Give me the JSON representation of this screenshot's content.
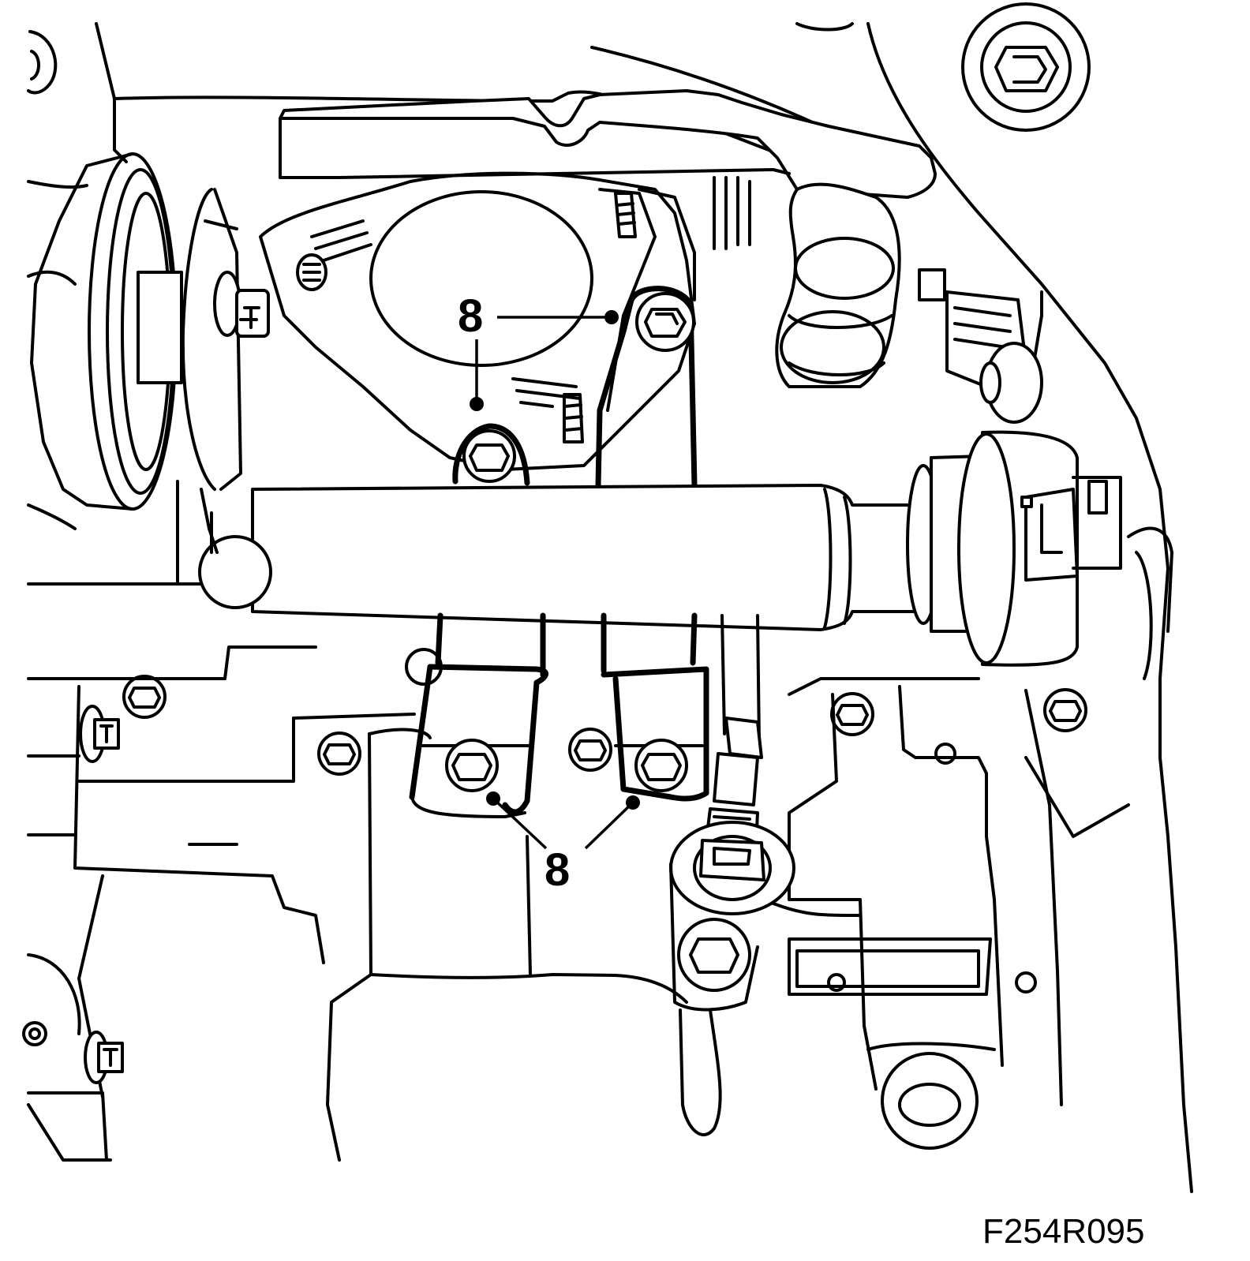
{
  "figure": {
    "figure_id": "F254R095",
    "callouts": [
      {
        "id": "callout-upper",
        "label": "8"
      },
      {
        "id": "callout-lower",
        "label": "8"
      }
    ]
  }
}
